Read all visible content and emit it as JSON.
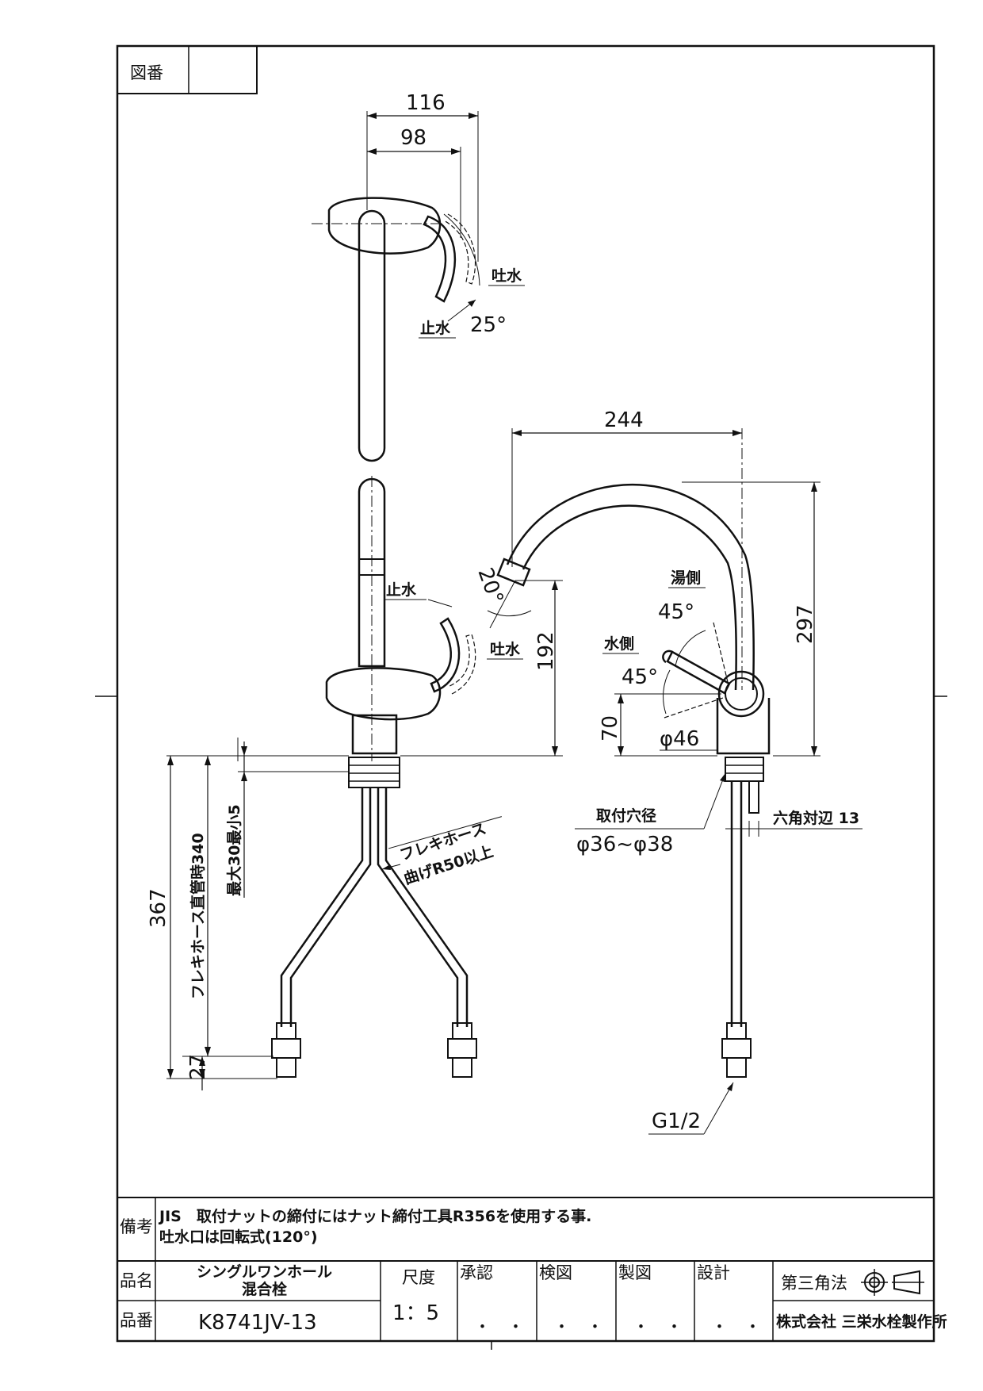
{
  "header": {
    "drawing_no_label": "図番",
    "drawing_no_value": ""
  },
  "top_view": {
    "dim_outer": "116",
    "dim_inner": "98",
    "label_spout": "吐水",
    "label_stop": "止水",
    "angle": "25°"
  },
  "front_view": {
    "label_stop": "止水",
    "label_spout": "吐水",
    "angle_spout": "20°",
    "dim_height": "192",
    "dim_total": "367",
    "dim_hose_note": "フレキホース直管時340",
    "dim_hose_range": "最大30最小5",
    "dim_bottom": "27",
    "hose_note_line1": "フレキホース",
    "hose_note_line2": "曲げR50以上"
  },
  "side_view": {
    "dim_reach": "244",
    "dim_height": "297",
    "label_hot": "湯側",
    "angle_hot": "45°",
    "label_cold": "水側",
    "angle_cold": "45°",
    "dim_body_height": "70",
    "dim_diameter": "φ46",
    "mount_hole_label": "取付穴径",
    "mount_hole_value": "φ36~φ38",
    "hex_label": "六角対辺 13",
    "thread": "G1/2"
  },
  "notes": {
    "label": "備考",
    "line1": "JIS　取付ナットの締付にはナット締付工具R356を使用する事.",
    "line2": "吐水口は回転式(120°)"
  },
  "title_block": {
    "product_name_label": "品名",
    "product_name_line1": "シングルワンホール",
    "product_name_line2": "混合栓",
    "product_no_label": "品番",
    "product_no": "K8741JV-13",
    "scale_label": "尺度",
    "scale_value": "1：5",
    "approve_label": "承認",
    "check_label": "検図",
    "drawn_label": "製図",
    "design_label": "設計",
    "sign_dots": "・　・",
    "projection_label": "第三角法",
    "company": "株式会社 三栄水栓製作所"
  }
}
